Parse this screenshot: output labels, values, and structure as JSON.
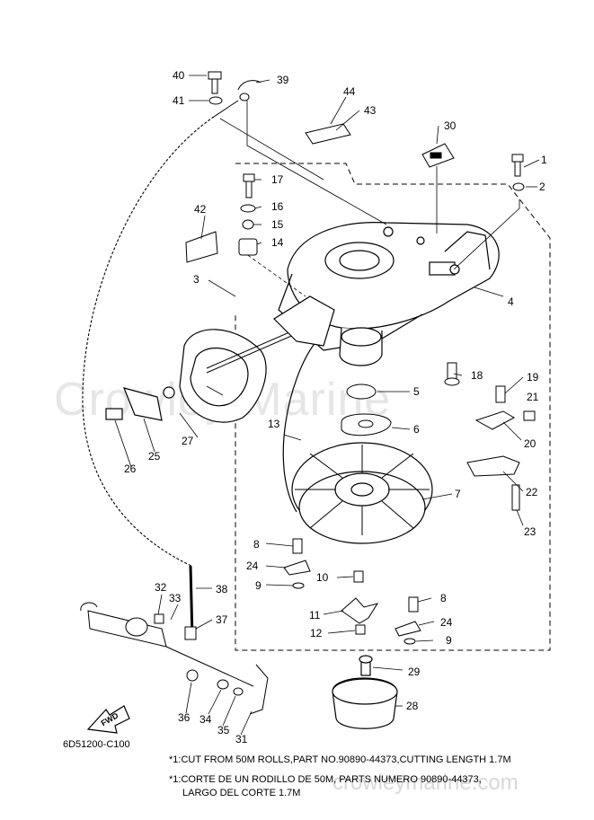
{
  "diagram": {
    "code": "6D51200-C100",
    "direction_label": "FWD",
    "watermark": "Crowley Marine",
    "url": "crowleymarine.com",
    "notes": [
      "*1:CUT FROM 50M ROLLS,PART NO.90890-44373,CUTTING LENGTH 1.7M",
      "*1:CORTE DE UN RODILLO DE 50M, PARTS NUMERO 90890-44373,",
      "LARGO DEL CORTE 1.7M"
    ],
    "callouts": [
      {
        "id": "c1",
        "label": "1"
      },
      {
        "id": "c2",
        "label": "2"
      },
      {
        "id": "c3",
        "label": "3"
      },
      {
        "id": "c4",
        "label": "4"
      },
      {
        "id": "c5",
        "label": "5"
      },
      {
        "id": "c6",
        "label": "6"
      },
      {
        "id": "c7",
        "label": "7"
      },
      {
        "id": "c8a",
        "label": "8"
      },
      {
        "id": "c8b",
        "label": "8"
      },
      {
        "id": "c9a",
        "label": "9"
      },
      {
        "id": "c9b",
        "label": "9"
      },
      {
        "id": "c10",
        "label": "10"
      },
      {
        "id": "c11",
        "label": "11"
      },
      {
        "id": "c12",
        "label": "12"
      },
      {
        "id": "c13",
        "label": "13"
      },
      {
        "id": "c14",
        "label": "14"
      },
      {
        "id": "c15",
        "label": "15"
      },
      {
        "id": "c16",
        "label": "16"
      },
      {
        "id": "c17",
        "label": "17"
      },
      {
        "id": "c18",
        "label": "18"
      },
      {
        "id": "c19",
        "label": "19"
      },
      {
        "id": "c20",
        "label": "20"
      },
      {
        "id": "c21",
        "label": "21"
      },
      {
        "id": "c22",
        "label": "22"
      },
      {
        "id": "c23",
        "label": "23"
      },
      {
        "id": "c24a",
        "label": "24"
      },
      {
        "id": "c24b",
        "label": "24"
      },
      {
        "id": "c25",
        "label": "25"
      },
      {
        "id": "c26",
        "label": "26"
      },
      {
        "id": "c27",
        "label": "27"
      },
      {
        "id": "c28",
        "label": "28"
      },
      {
        "id": "c29",
        "label": "29"
      },
      {
        "id": "c30",
        "label": "30"
      },
      {
        "id": "c31",
        "label": "31"
      },
      {
        "id": "c32",
        "label": "32"
      },
      {
        "id": "c33",
        "label": "33"
      },
      {
        "id": "c34",
        "label": "34"
      },
      {
        "id": "c35",
        "label": "35"
      },
      {
        "id": "c36",
        "label": "36"
      },
      {
        "id": "c37",
        "label": "37"
      },
      {
        "id": "c38",
        "label": "38"
      },
      {
        "id": "c39",
        "label": "39"
      },
      {
        "id": "c40",
        "label": "40"
      },
      {
        "id": "c41",
        "label": "41"
      },
      {
        "id": "c42",
        "label": "42"
      },
      {
        "id": "c43",
        "label": "43"
      },
      {
        "id": "c44",
        "label": "44"
      }
    ]
  }
}
